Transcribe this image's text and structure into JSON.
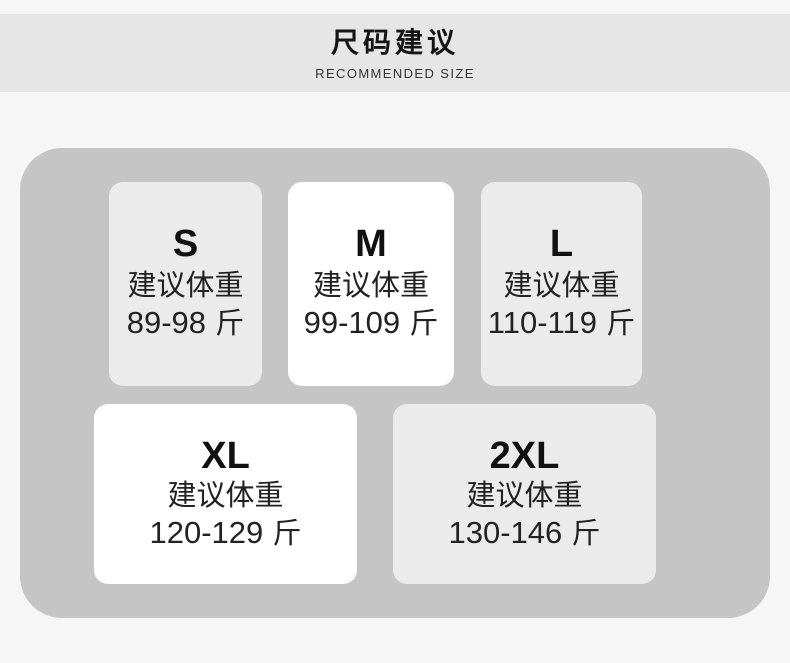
{
  "header": {
    "title": "尺码建议",
    "subtitle": "RECOMMENDED SIZE"
  },
  "cards": [
    {
      "size": "S",
      "label": "建议体重",
      "weight": "89-98",
      "unit": "斤"
    },
    {
      "size": "M",
      "label": "建议体重",
      "weight": "99-109",
      "unit": "斤"
    },
    {
      "size": "L",
      "label": "建议体重",
      "weight": "110-119",
      "unit": "斤"
    },
    {
      "size": "XL",
      "label": "建议体重",
      "weight": "120-129",
      "unit": "斤"
    },
    {
      "size": "2XL",
      "label": "建议体重",
      "weight": "130-146",
      "unit": "斤"
    }
  ]
}
